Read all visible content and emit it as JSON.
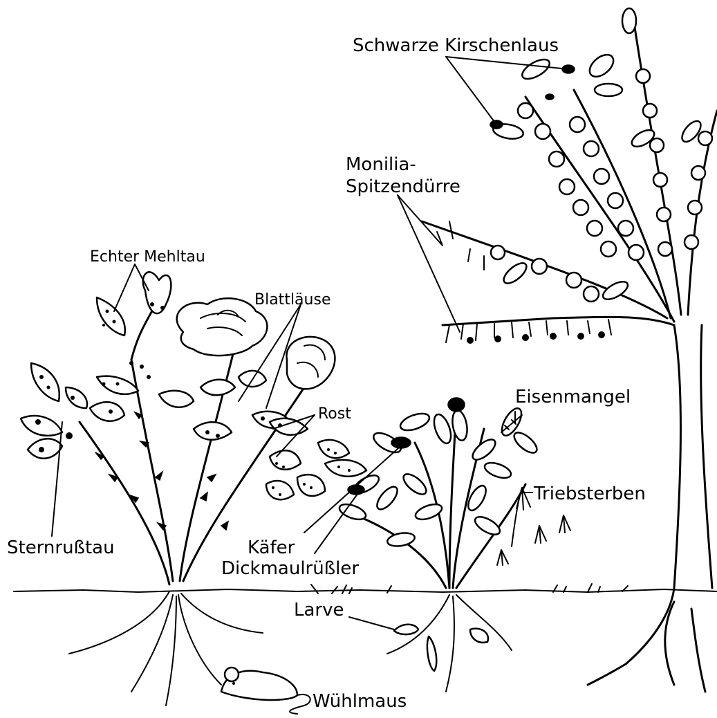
{
  "labels": {
    "schwarze_kirschenlaus": "Schwarze Kirschenlaus",
    "monilia_line1": "Monilia-",
    "monilia_line2": "Spitzendürre",
    "echter_mehltau": "Echter Mehltau",
    "blattlaeuse": "Blattläuse",
    "rost": "Rost",
    "eisenmangel": "Eisenmangel",
    "triebsterben": "Triebsterben",
    "sternrusstau": "Sternrußtau",
    "kaefer": "Käfer",
    "dickmaulruessler": "Dickmaulrüßler",
    "larve": "Larve",
    "wuehlmaus": "Wühlmaus"
  }
}
